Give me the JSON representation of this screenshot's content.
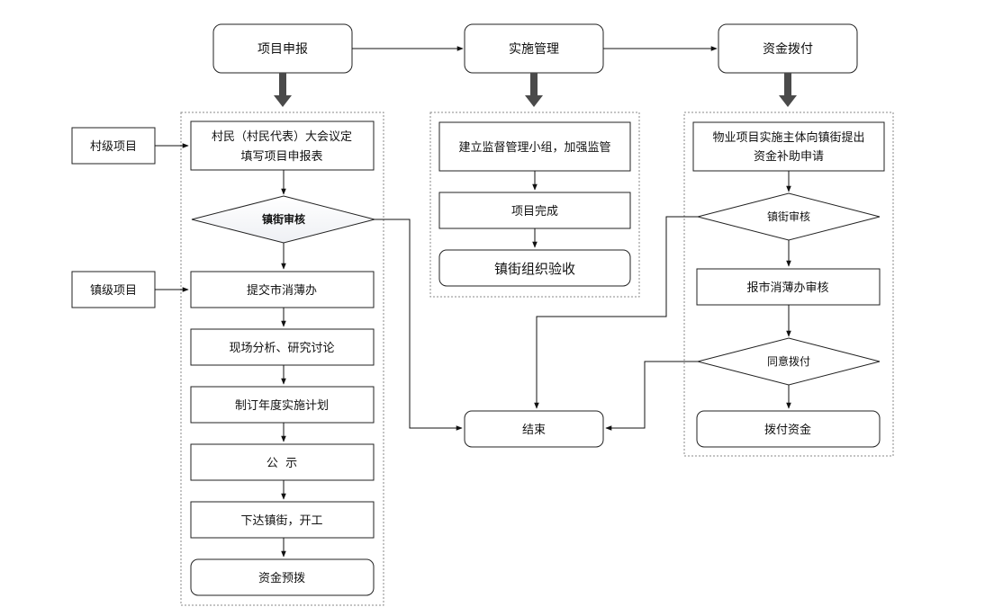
{
  "diagram": {
    "headers": {
      "apply": "项目申报",
      "implement": "实施管理",
      "funding": "资金拨付"
    },
    "sources": {
      "village": "村级项目",
      "town": "镇级项目"
    },
    "left": {
      "meeting_line1": "村民（村民代表）大会议定",
      "meeting_line2": "填写项目申报表",
      "review": "镇街审核",
      "submit": "提交市消薄办",
      "analysis": "现场分析、研究讨论",
      "plan": "制订年度实施计划",
      "publicize": "公  示",
      "issue": "下达镇街，开工",
      "prefund": "资金预拨"
    },
    "middle": {
      "supervise": "建立监督管理小组，加强监管",
      "complete": "项目完成",
      "accept": "镇街组织验收",
      "end": "结束"
    },
    "right": {
      "request_line1": "物业项目实施主体向镇街提出",
      "request_line2": "资金补助申请",
      "review": "镇街审核",
      "report": "报市消薄办审核",
      "agree": "同意拨付",
      "disburse": "拨付资金"
    }
  }
}
